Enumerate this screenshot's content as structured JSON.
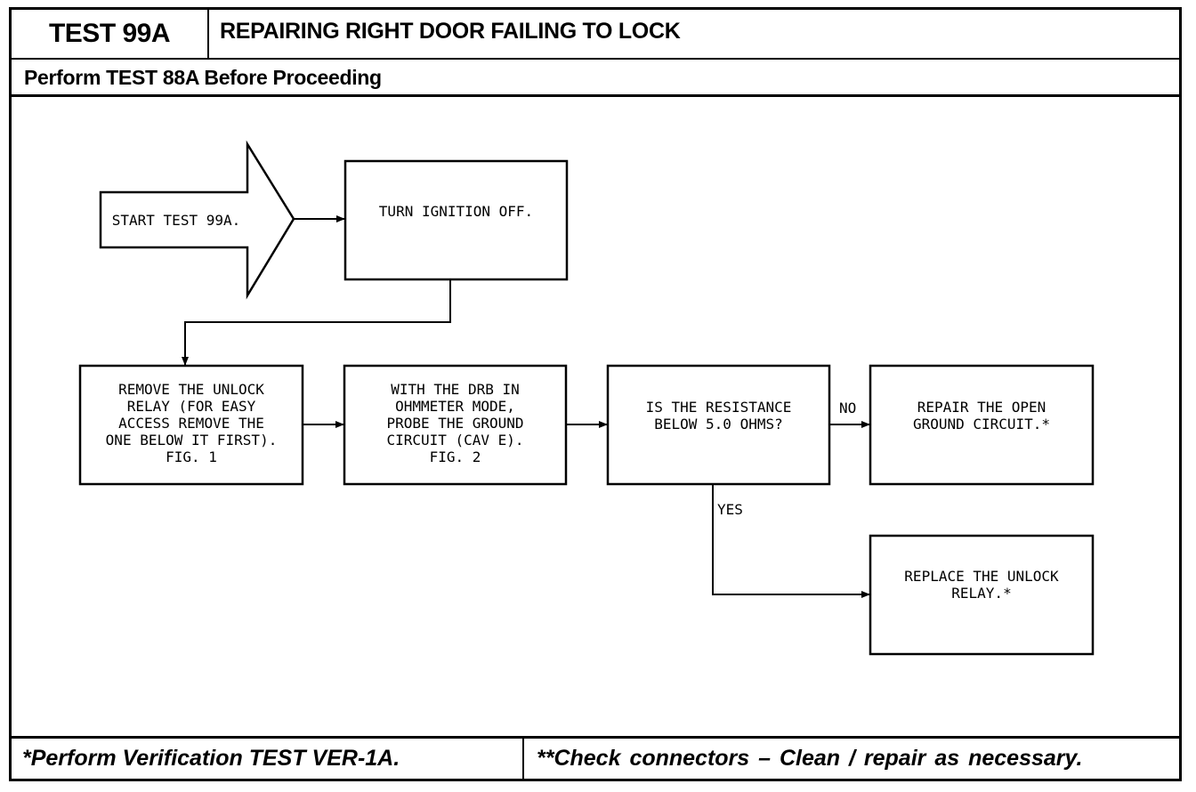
{
  "header": {
    "test_id": "TEST 99A",
    "title": "REPAIRING RIGHT DOOR FAILING TO LOCK",
    "prerequisite": "Perform TEST 88A Before Proceeding"
  },
  "flowchart": {
    "start": "START TEST 99A.",
    "step_ignition": "TURN IGNITION OFF.",
    "step_remove_relay": "REMOVE THE UNLOCK\nRELAY (FOR EASY\nACCESS REMOVE THE\nONE BELOW IT FIRST).\nFIG. 1",
    "step_probe": "WITH THE DRB IN\nOHMMETER MODE,\nPROBE THE GROUND\nCIRCUIT (CAV E).\nFIG. 2",
    "decision": "IS THE RESISTANCE\nBELOW 5.0 OHMS?",
    "no_label": "NO",
    "yes_label": "YES",
    "result_no": "REPAIR THE OPEN\nGROUND CIRCUIT.*",
    "result_yes": "REPLACE THE UNLOCK\nRELAY.*"
  },
  "footer": {
    "left_note": "*Perform Verification TEST VER-1A.",
    "right_note": "**Check connectors – Clean / repair as necessary."
  }
}
